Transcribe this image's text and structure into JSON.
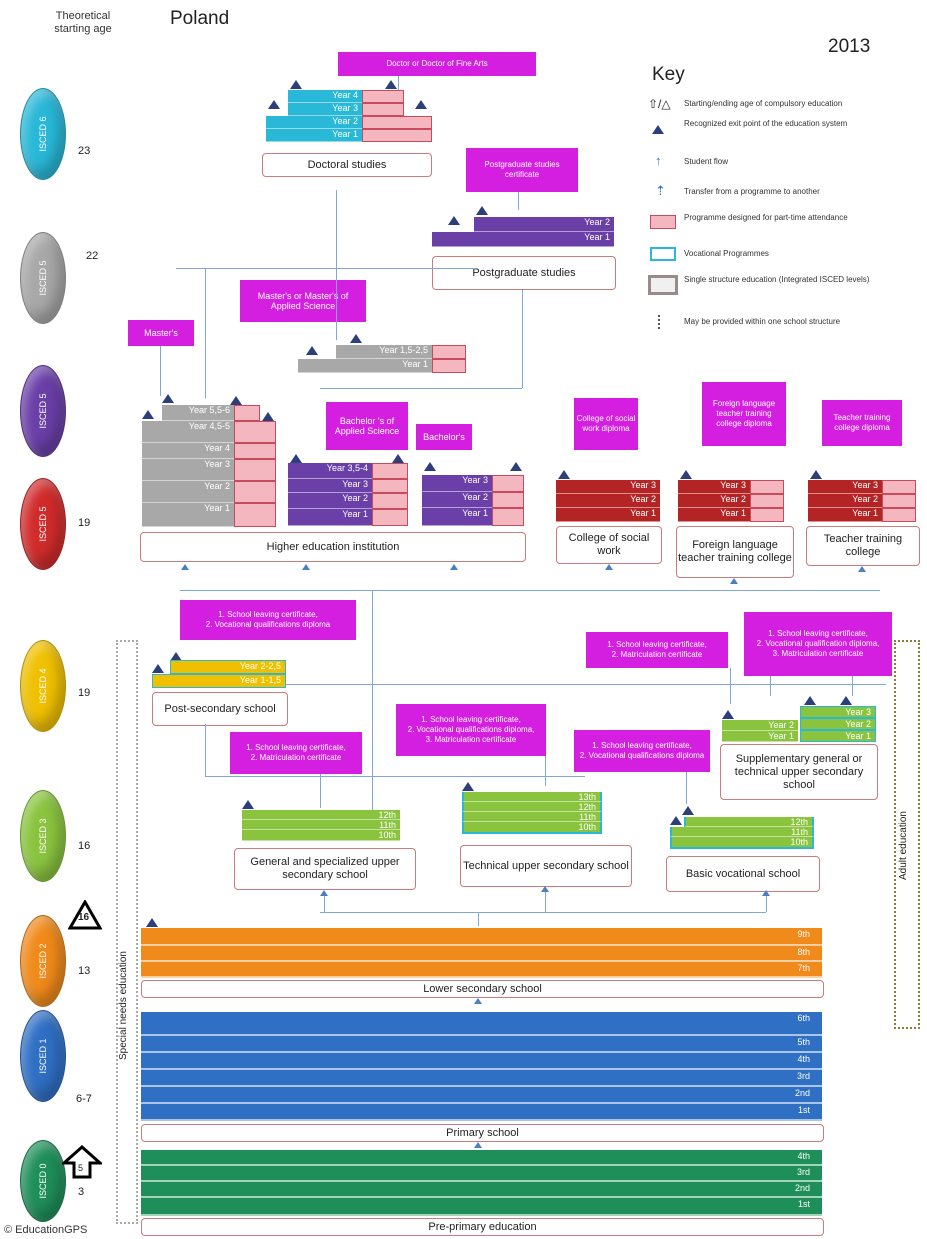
{
  "header": {
    "age_label_1": "Theoretical",
    "age_label_2": "starting  age",
    "country": "Poland",
    "year": "2013"
  },
  "key": {
    "title": "Key",
    "items": [
      "Starting/ending age of compulsory education",
      "Recognized exit point of the education system",
      "Student flow",
      "Transfer from a programme to another",
      "Programme designed for part-time attendance",
      "Vocational Programmes",
      "Single structure education (Integrated ISCED levels)",
      "May be provided within one school structure"
    ]
  },
  "isced": [
    {
      "label": "ISCED 6",
      "age": "23",
      "color": "#29b8d8"
    },
    {
      "label": "ISCED 5",
      "age": "22",
      "color": "#a8a8a8"
    },
    {
      "label": "ISCED 5",
      "age": "",
      "color": "#6a3fa8"
    },
    {
      "label": "ISCED 5",
      "age": "19",
      "color": "#d12b2b"
    },
    {
      "label": "ISCED 4",
      "age": "19",
      "color": "#f0c000"
    },
    {
      "label": "ISCED 3",
      "age": "16",
      "color": "#8ac43f"
    },
    {
      "label": "ISCED 2",
      "age": "13",
      "color": "#f08a1a"
    },
    {
      "label": "ISCED 1",
      "age": "6-7",
      "color": "#2f6fc4"
    },
    {
      "label": "ISCED 0",
      "age": "3",
      "color": "#1f8f5a"
    }
  ],
  "compulsory": {
    "end": "16",
    "start": "5"
  },
  "certificates": {
    "doctor": "Doctor or Doctor of Fine Arts",
    "postgrad": "Postgraduate studies certificate",
    "masters_applied": "Master's or Master's of Applied Science",
    "masters": "Master's",
    "bachelor_applied": "Bachelor 's of Applied Science",
    "bachelor": "Bachelor's",
    "social_work": "College of social work diploma",
    "foreign_lang": "Foreign language teacher training college diploma",
    "teacher": "Teacher training college diploma",
    "post_secondary": "1. School leaving certificate,\n2. Vocational qualifications diploma",
    "general_upper": "1. School leaving certificate,\n2. Matriculation certificate",
    "technical_upper": "1. School leaving certificate,\n2. Vocational qualifications diploma,\n3. Matriculation certificate",
    "basic_vocational": "1. School leaving certificate,\n2. Vocational qualifications diploma",
    "supplementary_1": "1. School leaving certificate,\n2. Matriculation certificate",
    "supplementary_2": "1. School leaving certificate,\n2. Vocational qualification diploma,\n3. Matriculation certificate"
  },
  "institutions": {
    "doctoral": "Doctoral studies",
    "postgrad": "Postgraduate studies",
    "hei": "Higher education institution",
    "social_work": "College of social work",
    "foreign_lang": "Foreign language teacher training college",
    "teacher": "Teacher training college",
    "post_secondary": "Post-secondary school",
    "general_upper": "General and specialized upper secondary school",
    "technical_upper": "Technical upper secondary school",
    "basic_vocational": "Basic vocational school",
    "supplementary": "Supplementary general or technical upper secondary school",
    "lower_secondary": "Lower secondary school",
    "primary": "Primary school",
    "pre_primary": "Pre-primary  education"
  },
  "years": {
    "doctoral": [
      "Year 4",
      "Year 3",
      "Year 2",
      "Year 1"
    ],
    "postgrad": [
      "Year 2",
      "Year 1"
    ],
    "masters_applied": [
      "Year 1,5-2,5",
      "Year 1"
    ],
    "masters": [
      "Year 5,5-6",
      "Year 4,5-5",
      "Year 4",
      "Year 3",
      "Year 2",
      "Year 1"
    ],
    "bachelor_applied": [
      "Year 3,5-4",
      "Year 3",
      "Year 2",
      "Year 1"
    ],
    "bachelor": [
      "Year 3",
      "Year 2",
      "Year 1"
    ],
    "college3": [
      "Year 3",
      "Year 2",
      "Year 1"
    ],
    "post_secondary": [
      "Year 2-2,5",
      "Year 1-1,5"
    ],
    "general_upper": [
      "12th",
      "11th",
      "10th"
    ],
    "technical_upper": [
      "13th",
      "12th",
      "11th",
      "10th"
    ],
    "basic_vocational": [
      "12th",
      "11th",
      "10th"
    ],
    "supplementary_a": [
      "Year 2",
      "Year 1"
    ],
    "supplementary_b": [
      "Year 3",
      "Year 2",
      "Year 1"
    ],
    "lower_secondary": [
      "9th",
      "8th",
      "7th"
    ],
    "primary": [
      "6th",
      "5th",
      "4th",
      "3rd",
      "2nd",
      "1st"
    ],
    "pre_primary": [
      "4th",
      "3rd",
      "2nd",
      "1st"
    ]
  },
  "side": {
    "special_needs": "Special needs education",
    "adult": "Adult education"
  },
  "footer": "© EducationGPS"
}
